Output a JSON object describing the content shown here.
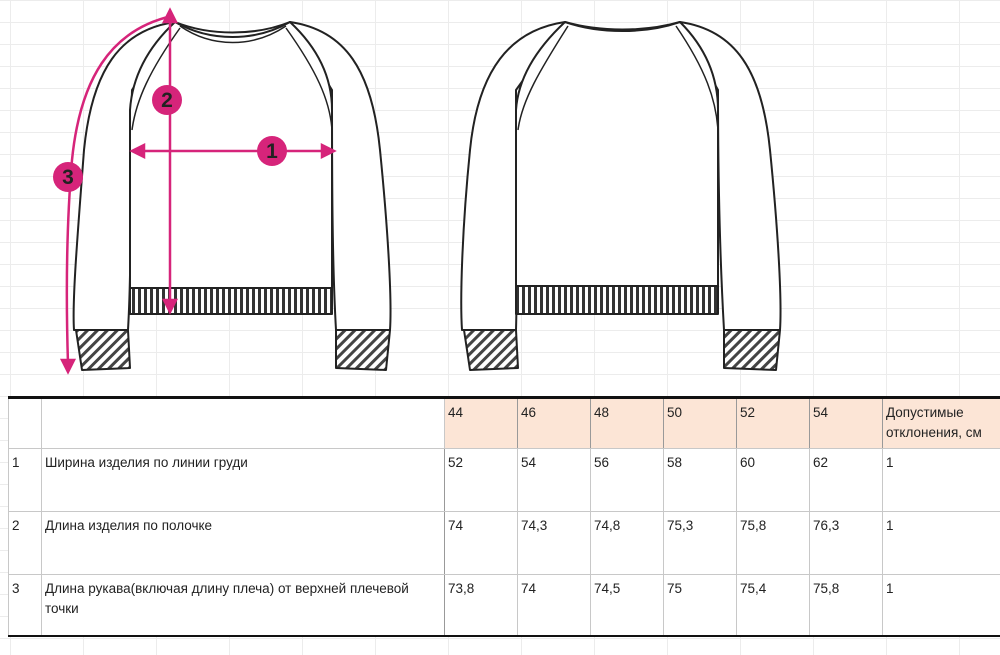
{
  "diagram": {
    "labels": [
      "1",
      "2",
      "3"
    ],
    "accent_color": "#d6247a"
  },
  "table": {
    "header": {
      "sizes": [
        "44",
        "46",
        "48",
        "50",
        "52",
        "54"
      ],
      "tolerance": "Допустимые отклонения, см"
    },
    "rows": [
      {
        "num": "1",
        "desc": "Ширина изделия по линии груди",
        "values": [
          "52",
          "54",
          "56",
          "58",
          "60",
          "62"
        ],
        "tol": "1"
      },
      {
        "num": "2",
        "desc": "Длина изделия по полочке",
        "values": [
          "74",
          "74,3",
          "74,8",
          "75,3",
          "75,8",
          "76,3"
        ],
        "tol": "1"
      },
      {
        "num": "3",
        "desc": "Длина рукава(включая длину плеча) от верхней плечевой точки",
        "values": [
          "73,8",
          "74",
          "74,5",
          "75",
          "75,4",
          "75,8"
        ],
        "tol": "1"
      }
    ]
  }
}
